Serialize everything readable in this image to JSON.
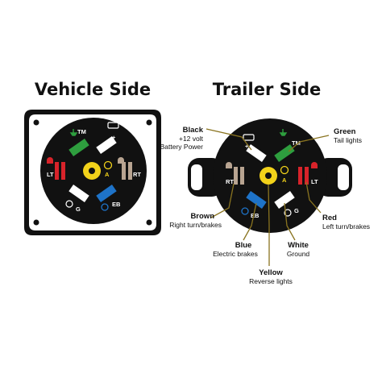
{
  "titles": {
    "vehicle": "Vehicle Side",
    "trailer": "Trailer Side"
  },
  "pins": {
    "tm": "TM",
    "plus": "+",
    "lt": "LT",
    "a": "A",
    "rt": "RT",
    "g": "G",
    "eb": "EB"
  },
  "wires": {
    "black": {
      "color_name": "Black",
      "function": "+12 volt",
      "function2": "Battery Power"
    },
    "green": {
      "color_name": "Green",
      "function": "Tail lights"
    },
    "brown": {
      "color_name": "Brown",
      "function": "Right turn/brakes"
    },
    "red": {
      "color_name": "Red",
      "function": "Left turn/brakes"
    },
    "blue": {
      "color_name": "Blue",
      "function": "Electric brakes"
    },
    "white": {
      "color_name": "White",
      "function": "Ground"
    },
    "yellow": {
      "color_name": "Yellow",
      "function": "Reverse lights"
    }
  },
  "colors": {
    "green": "#2e9e3e",
    "white": "#ffffff",
    "red": "#d8232a",
    "yellow": "#f2d21a",
    "brown": "#b8a491",
    "blue": "#1e73c8",
    "black": "#111111",
    "leader": "#8a7420"
  },
  "icons": {
    "tail": "tail-light-icon",
    "battery": "battery-icon",
    "left_turn": "turn-signal-icon",
    "reverse": "reverse-light-icon",
    "right_turn": "turn-signal-icon",
    "ground": "ground-icon",
    "brake": "brake-icon"
  }
}
